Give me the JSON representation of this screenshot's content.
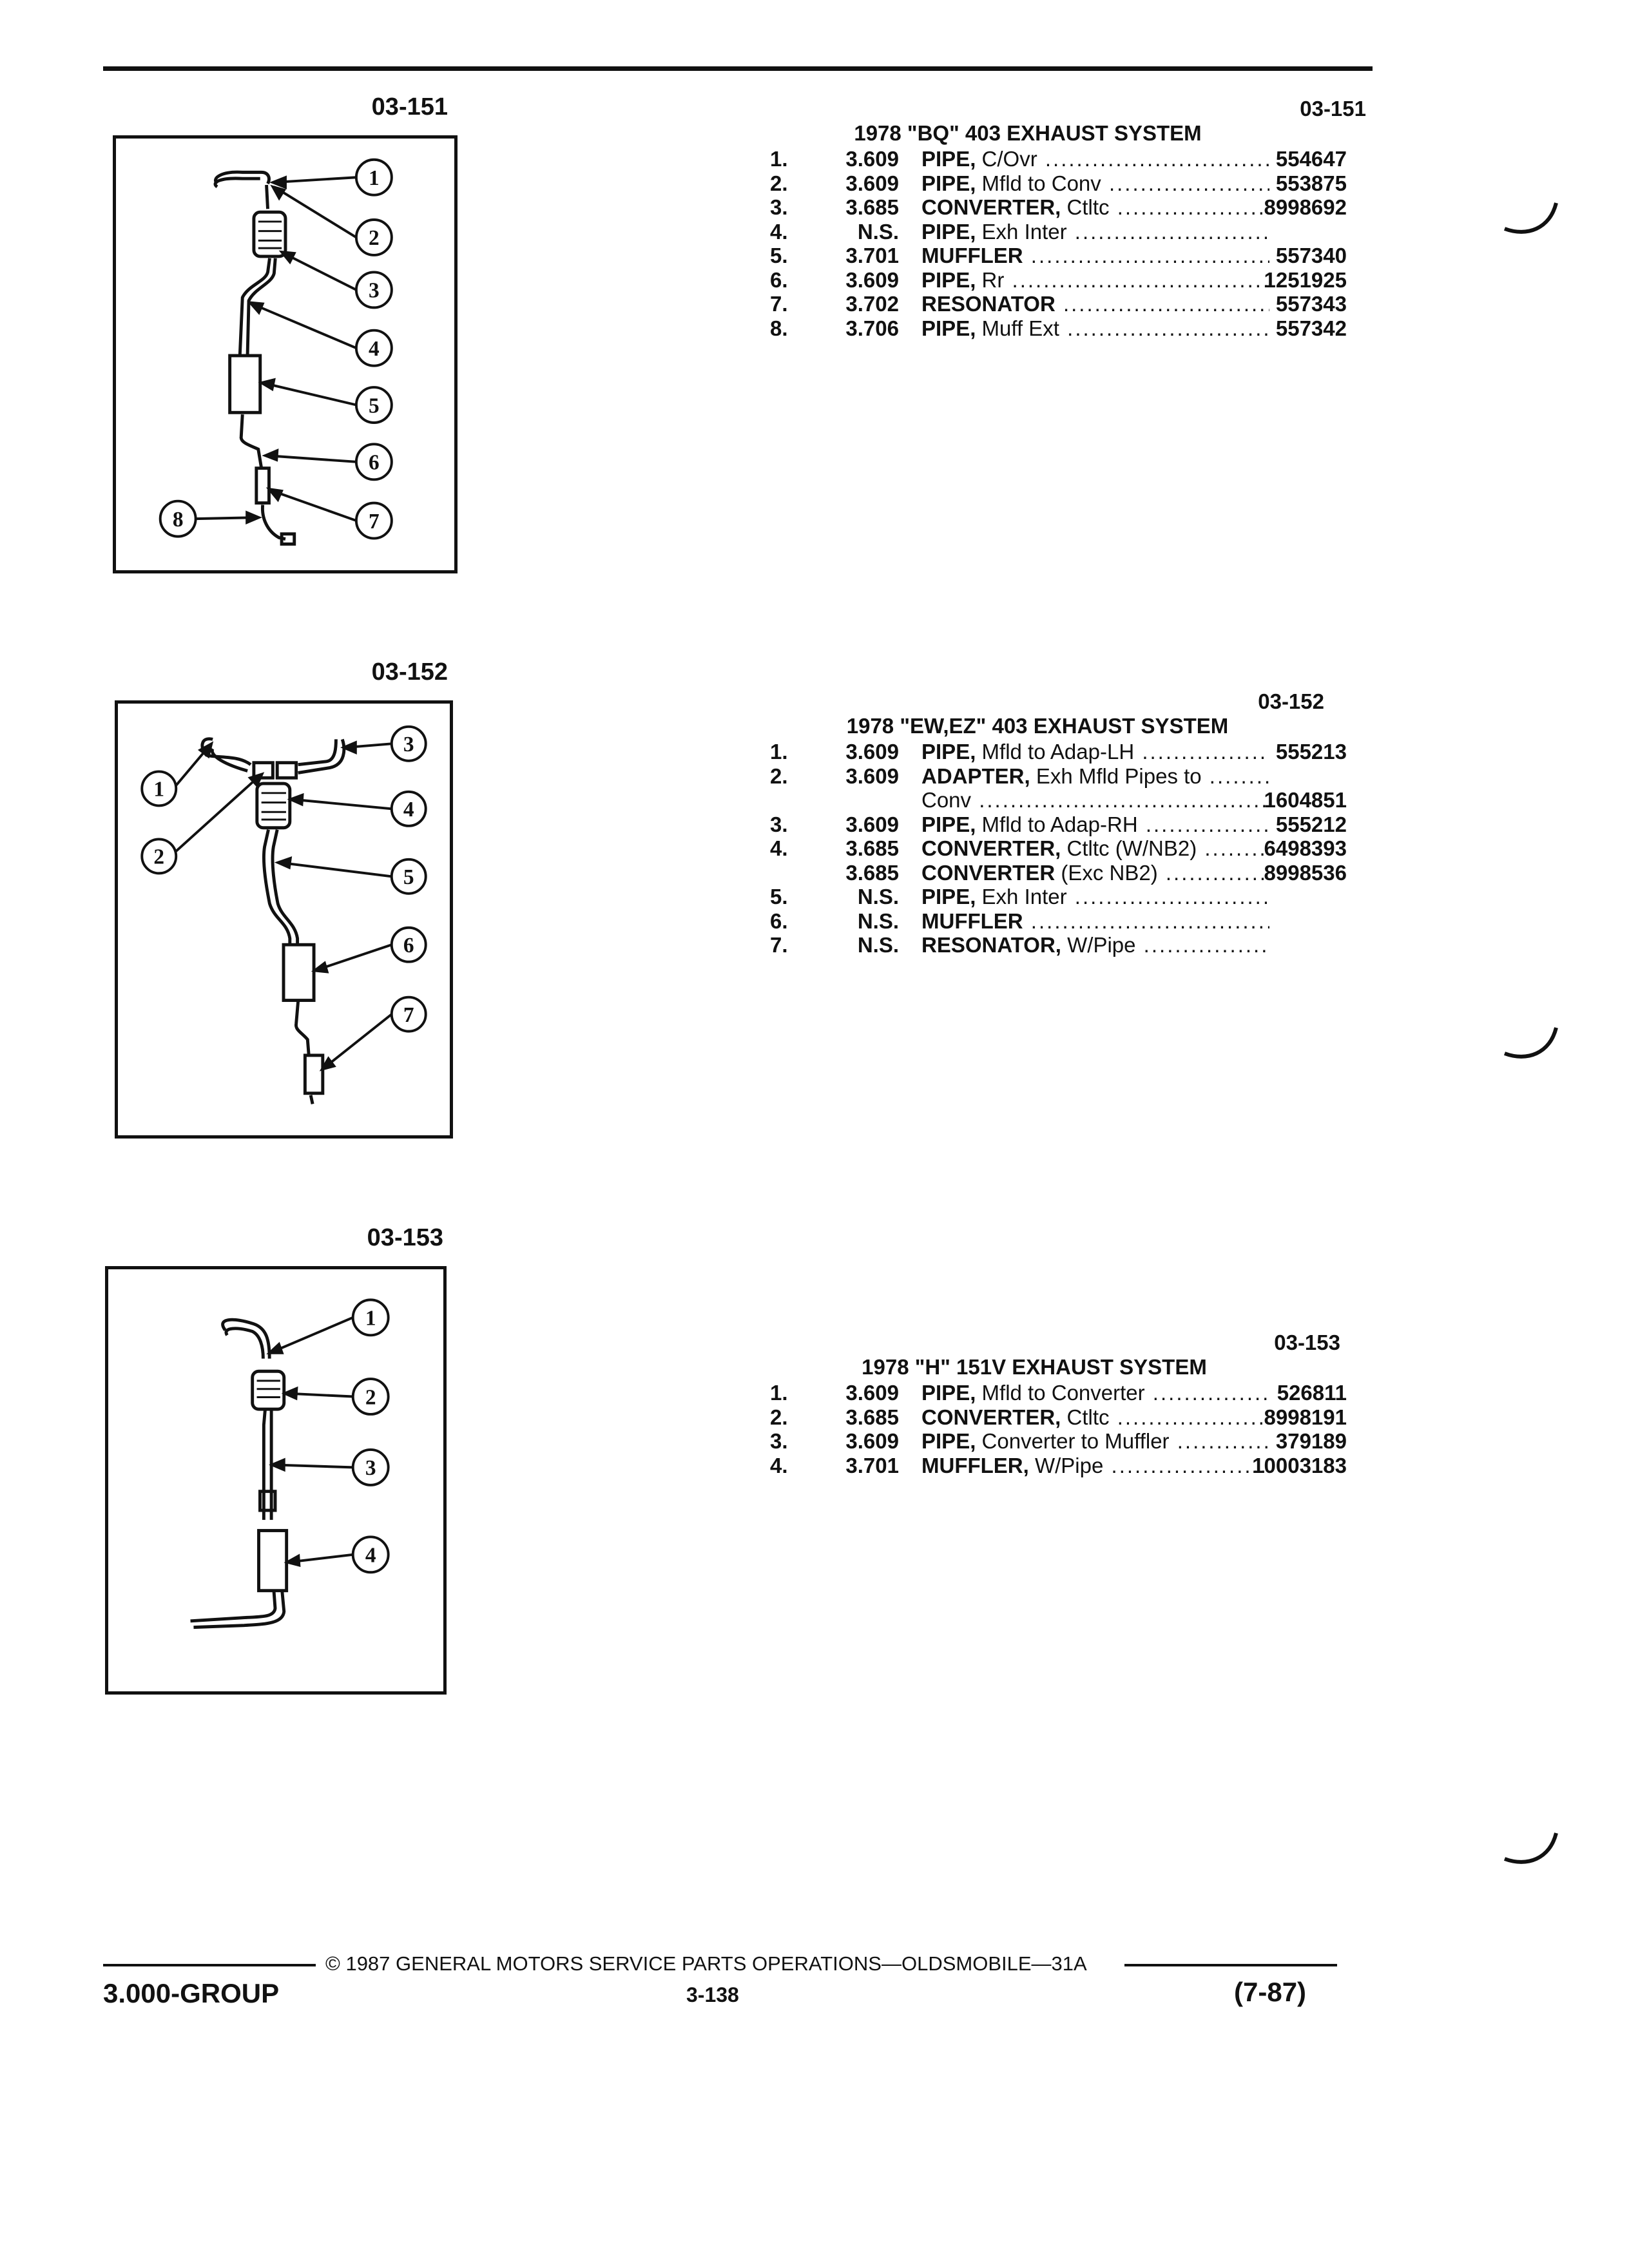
{
  "figures": [
    {
      "label": "03-151",
      "callouts": [
        "1",
        "2",
        "3",
        "4",
        "5",
        "6",
        "7",
        "8"
      ],
      "parts": {
        "code": "03-151",
        "title": "1978 \"BQ\" 403 EXHAUST SYSTEM",
        "rows": [
          {
            "num": "1.",
            "group": "3.609",
            "name": "PIPE,",
            "qual": " C/Ovr",
            "part": "554647"
          },
          {
            "num": "2.",
            "group": "3.609",
            "name": "PIPE,",
            "qual": " Mfld to Conv",
            "part": "553875"
          },
          {
            "num": "3.",
            "group": "3.685",
            "name": "CONVERTER,",
            "qual": " Ctltc",
            "part": "8998692"
          },
          {
            "num": "4.",
            "group": "N.S.",
            "name": "PIPE,",
            "qual": " Exh Inter",
            "part": ""
          },
          {
            "num": "5.",
            "group": "3.701",
            "name": "MUFFLER",
            "qual": "",
            "part": "557340"
          },
          {
            "num": "6.",
            "group": "3.609",
            "name": "PIPE,",
            "qual": " Rr",
            "part": "1251925"
          },
          {
            "num": "7.",
            "group": "3.702",
            "name": "RESONATOR",
            "qual": "",
            "part": "557343"
          },
          {
            "num": "8.",
            "group": "3.706",
            "name": "PIPE,",
            "qual": " Muff Ext",
            "part": "557342"
          }
        ]
      }
    },
    {
      "label": "03-152",
      "callouts": [
        "1",
        "2",
        "3",
        "4",
        "5",
        "6",
        "7"
      ],
      "parts": {
        "code": "03-152",
        "title": "1978 \"EW,EZ\" 403 EXHAUST SYSTEM",
        "rows": [
          {
            "num": "1.",
            "group": "3.609",
            "name": "PIPE,",
            "qual": " Mfld to Adap-LH",
            "part": "555213"
          },
          {
            "num": "2.",
            "group": "3.609",
            "name": "ADAPTER,",
            "qual": " Exh Mfld Pipes to",
            "part": ""
          },
          {
            "num": "",
            "group": "",
            "name": "",
            "qual": "Conv",
            "part": "1604851"
          },
          {
            "num": "3.",
            "group": "3.609",
            "name": "PIPE,",
            "qual": " Mfld to Adap-RH",
            "part": "555212"
          },
          {
            "num": "4.",
            "group": "3.685",
            "name": "CONVERTER,",
            "qual": " Ctltc (W/NB2)",
            "part": "6498393"
          },
          {
            "num": "",
            "group": "3.685",
            "name": "CONVERTER",
            "qual": " (Exc NB2)",
            "part": "8998536"
          },
          {
            "num": "5.",
            "group": "N.S.",
            "name": "PIPE,",
            "qual": " Exh Inter",
            "part": ""
          },
          {
            "num": "6.",
            "group": "N.S.",
            "name": "MUFFLER",
            "qual": "",
            "part": ""
          },
          {
            "num": "7.",
            "group": "N.S.",
            "name": "RESONATOR,",
            "qual": " W/Pipe",
            "part": ""
          }
        ]
      }
    },
    {
      "label": "03-153",
      "callouts": [
        "1",
        "2",
        "3",
        "4"
      ],
      "parts": {
        "code": "03-153",
        "title": "1978 \"H\" 151V EXHAUST SYSTEM",
        "rows": [
          {
            "num": "1.",
            "group": "3.609",
            "name": "PIPE,",
            "qual": " Mfld to Converter",
            "part": "526811"
          },
          {
            "num": "2.",
            "group": "3.685",
            "name": "CONVERTER,",
            "qual": " Ctltc",
            "part": "8998191"
          },
          {
            "num": "3.",
            "group": "3.609",
            "name": "PIPE,",
            "qual": " Converter to Muffler",
            "part": "379189"
          },
          {
            "num": "4.",
            "group": "3.701",
            "name": "MUFFLER,",
            "qual": " W/Pipe",
            "part": "10003183"
          }
        ]
      }
    }
  ],
  "footer": {
    "copyright": "© 1987 GENERAL MOTORS SERVICE PARTS OPERATIONS—OLDSMOBILE—31A",
    "group": "3.000-GROUP",
    "page": "3-138",
    "date": "(7-87)"
  }
}
